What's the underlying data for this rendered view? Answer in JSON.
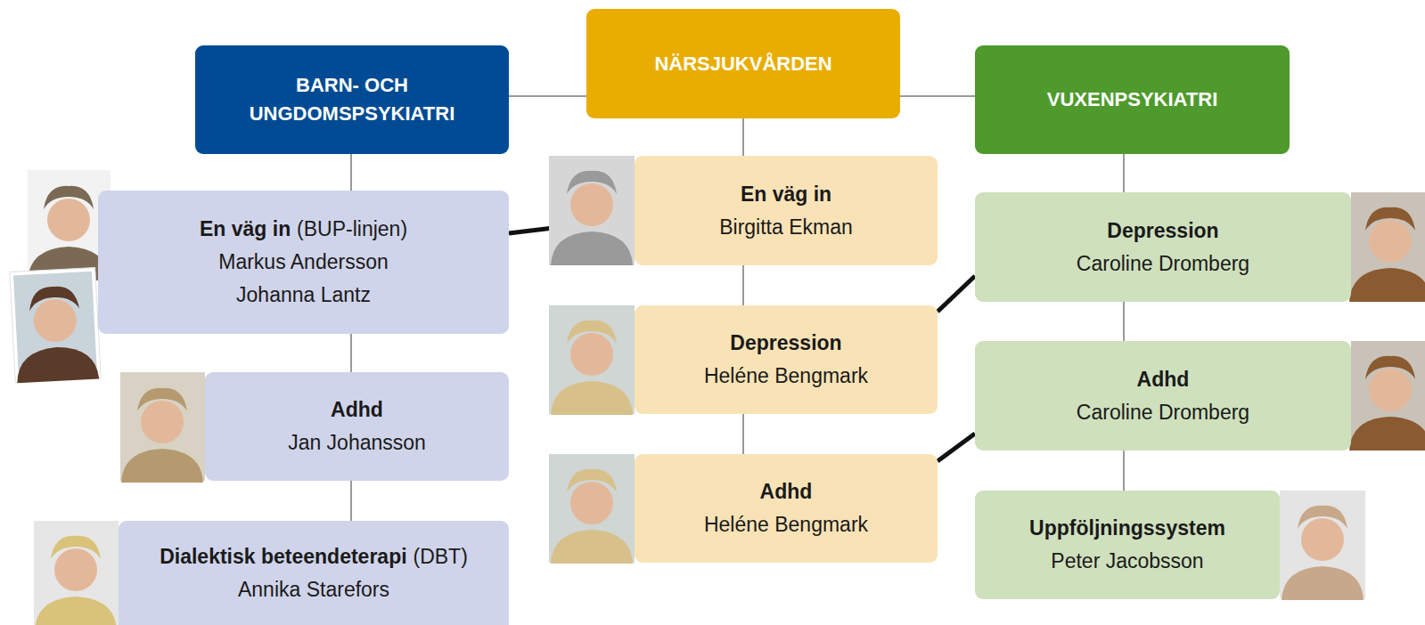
{
  "diagram": {
    "nodes": [
      {
        "text": [
          "BARN- OCH UNGDOMSPSYKIATRI"
        ]
      },
      {
        "text": [
          "NÄRSJUKVÅRDEN"
        ]
      },
      {
        "text": [
          "VUXENPSYKIATRI"
        ]
      },
      {
        "text": [
          "En väg in",
          "(BUP-linjen)",
          "Markus Andersson",
          "Johanna Lantz"
        ]
      },
      {
        "text": [
          "Adhd",
          "Jan Johansson"
        ]
      },
      {
        "text": [
          "Dialektisk beteendeterapi",
          "(DBT)",
          "Annika Starefors"
        ]
      },
      {
        "text": [
          "En väg in",
          "Birgitta Ekman"
        ]
      },
      {
        "text": [
          "Depression",
          "Heléne Bengmark"
        ]
      },
      {
        "text": [
          "Adhd",
          "Heléne Bengmark"
        ]
      },
      {
        "text": [
          "Depression",
          "Caroline Dromberg"
        ]
      },
      {
        "text": [
          "Adhd",
          "Caroline Dromberg"
        ]
      },
      {
        "text": [
          "Uppföljningssystem",
          "Peter Jacobsson"
        ]
      }
    ],
    "edges": [
      {
        "from": 0,
        "to": 1,
        "arrow": "none"
      },
      {
        "from": 1,
        "to": 2,
        "arrow": "none"
      },
      {
        "from": 0,
        "to": 3,
        "arrow": "none"
      },
      {
        "from": 3,
        "to": 4,
        "arrow": "none"
      },
      {
        "from": 4,
        "to": 5,
        "arrow": "none"
      },
      {
        "from": 1,
        "to": 6,
        "arrow": "none"
      },
      {
        "from": 6,
        "to": 7,
        "arrow": "none"
      },
      {
        "from": 7,
        "to": 8,
        "arrow": "none"
      },
      {
        "from": 2,
        "to": 9,
        "arrow": "none"
      },
      {
        "from": 9,
        "to": 10,
        "arrow": "none"
      },
      {
        "from": 10,
        "to": 11,
        "arrow": "none"
      },
      {
        "from": 3,
        "to": 6,
        "arrow": "none"
      },
      {
        "from": 7,
        "to": 9,
        "arrow": "none"
      },
      {
        "from": 8,
        "to": 10,
        "arrow": "none"
      }
    ]
  }
}
